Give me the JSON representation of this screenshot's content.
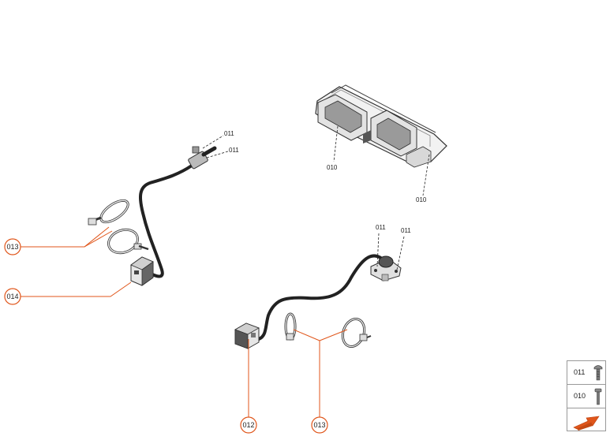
{
  "callouts": {
    "c013_left": "013",
    "c014": "014",
    "c012": "012",
    "c013_bottom": "013"
  },
  "refs": {
    "r011_a": "011",
    "r011_b": "011",
    "r010_a": "010",
    "r010_b": "010",
    "r011_c": "011",
    "r011_d": "011"
  },
  "legend": {
    "row1": "011",
    "row2": "010"
  },
  "icons": [
    "screw-icon",
    "bolt-icon",
    "navigation-arrow-icon"
  ],
  "colors": {
    "callout": "#e0561b",
    "part_fill": "#e8e8e8",
    "part_stroke": "#333333",
    "cable": "#222222"
  }
}
